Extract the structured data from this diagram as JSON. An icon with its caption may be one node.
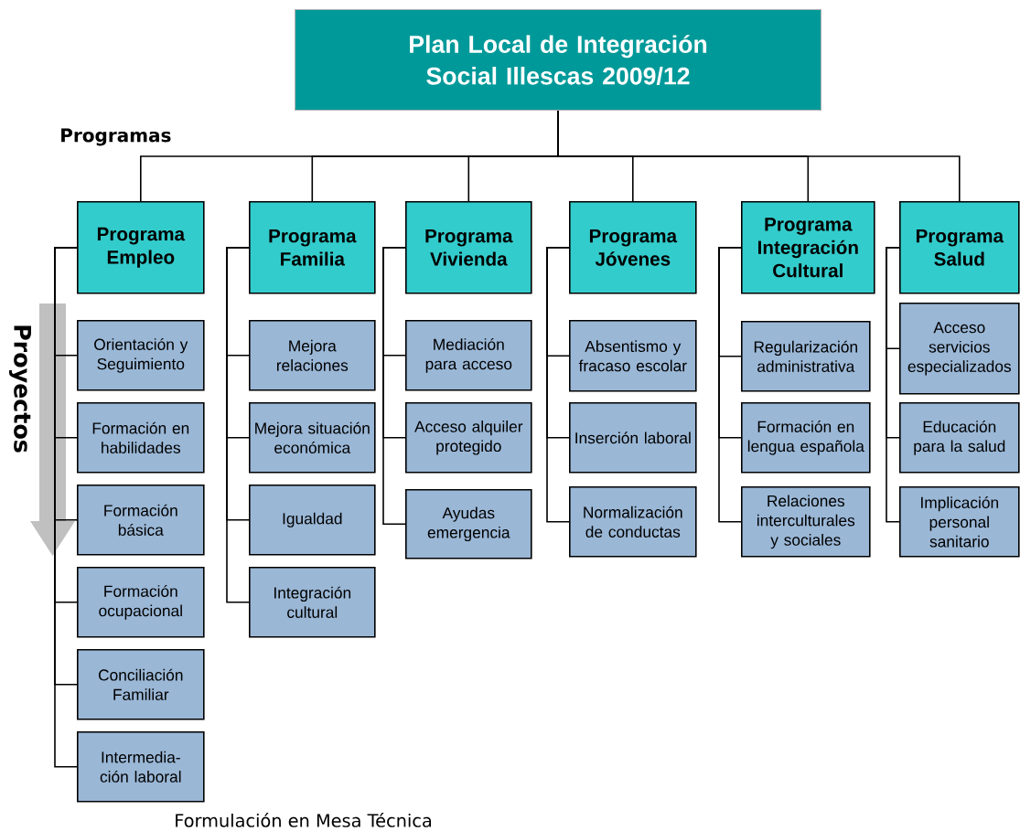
{
  "diagram": {
    "caption": "Formulación en Mesa Técnica",
    "nodes": [
      {
        "text": [
          "Plan Local de Integración Social Illescas 2009/12"
        ]
      },
      {
        "text": [
          "Programa Empleo"
        ]
      },
      {
        "text": [
          "Programa Familia"
        ]
      },
      {
        "text": [
          "Programa Vivienda"
        ]
      },
      {
        "text": [
          "Programa Jóvenes"
        ]
      },
      {
        "text": [
          "Programa Integración Cultural"
        ]
      },
      {
        "text": [
          "Programa Salud"
        ]
      },
      {
        "text": [
          "Orientación y Seguimiento"
        ]
      },
      {
        "text": [
          "Formación en habilidades"
        ]
      },
      {
        "text": [
          "Formación básica"
        ]
      },
      {
        "text": [
          "Formación ocupacional"
        ]
      },
      {
        "text": [
          "Conciliación Familiar"
        ]
      },
      {
        "text": [
          "Intermedia- ción laboral"
        ]
      },
      {
        "text": [
          "Mejora relaciones"
        ]
      },
      {
        "text": [
          "Mejora situación económica"
        ]
      },
      {
        "text": [
          "Igualdad"
        ]
      },
      {
        "text": [
          "Integración cultural"
        ]
      },
      {
        "text": [
          "Mediación para acceso"
        ]
      },
      {
        "text": [
          "Acceso alquiler protegido"
        ]
      },
      {
        "text": [
          "Ayudas emergencia"
        ]
      },
      {
        "text": [
          "Absentismo y fracaso escolar"
        ]
      },
      {
        "text": [
          "Inserción laboral"
        ]
      },
      {
        "text": [
          "Normalización de conductas"
        ]
      },
      {
        "text": [
          "Regularización administrativa"
        ]
      },
      {
        "text": [
          "Formación en lengua española"
        ]
      },
      {
        "text": [
          "Relaciones interculturales y sociales"
        ]
      },
      {
        "text": [
          "Acceso servicios especializados"
        ]
      },
      {
        "text": [
          "Educación para la salud"
        ]
      },
      {
        "text": [
          "Implicación personal sanitario"
        ]
      }
    ],
    "edges": [
      {
        "from": 0,
        "to": 1,
        "arrow": "none"
      },
      {
        "from": 0,
        "to": 2,
        "arrow": "none"
      },
      {
        "from": 0,
        "to": 3,
        "arrow": "none"
      },
      {
        "from": 0,
        "to": 4,
        "arrow": "none"
      },
      {
        "from": 0,
        "to": 5,
        "arrow": "none"
      },
      {
        "from": 0,
        "to": 6,
        "arrow": "none"
      },
      {
        "from": 1,
        "to": 7,
        "arrow": "none"
      },
      {
        "from": 1,
        "to": 8,
        "arrow": "none"
      },
      {
        "from": 1,
        "to": 9,
        "arrow": "none"
      },
      {
        "from": 1,
        "to": 10,
        "arrow": "none"
      },
      {
        "from": 1,
        "to": 11,
        "arrow": "none"
      },
      {
        "from": 1,
        "to": 12,
        "arrow": "none"
      },
      {
        "from": 2,
        "to": 13,
        "arrow": "none"
      },
      {
        "from": 2,
        "to": 14,
        "arrow": "none"
      },
      {
        "from": 2,
        "to": 15,
        "arrow": "none"
      },
      {
        "from": 2,
        "to": 16,
        "arrow": "none"
      },
      {
        "from": 3,
        "to": 17,
        "arrow": "none"
      },
      {
        "from": 3,
        "to": 18,
        "arrow": "none"
      },
      {
        "from": 3,
        "to": 19,
        "arrow": "none"
      },
      {
        "from": 4,
        "to": 20,
        "arrow": "none"
      },
      {
        "from": 4,
        "to": 21,
        "arrow": "none"
      },
      {
        "from": 4,
        "to": 22,
        "arrow": "none"
      },
      {
        "from": 5,
        "to": 23,
        "arrow": "none"
      },
      {
        "from": 5,
        "to": 24,
        "arrow": "none"
      },
      {
        "from": 5,
        "to": 25,
        "arrow": "none"
      },
      {
        "from": 6,
        "to": 26,
        "arrow": "none"
      },
      {
        "from": 6,
        "to": 27,
        "arrow": "none"
      },
      {
        "from": 6,
        "to": 28,
        "arrow": "none"
      }
    ],
    "labels": [
      "Programas",
      "Proyectos"
    ]
  }
}
